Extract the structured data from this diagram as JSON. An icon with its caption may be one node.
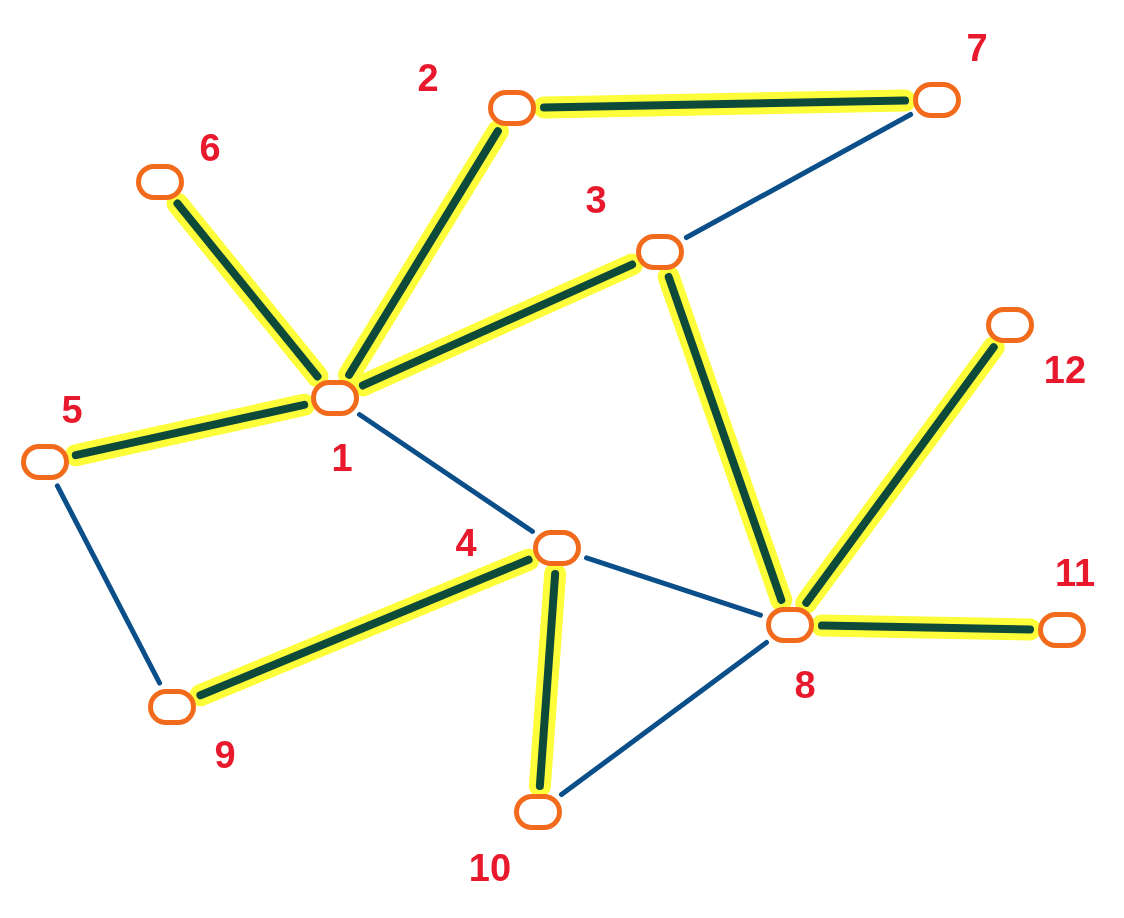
{
  "diagram": {
    "nodes": [
      {
        "text": [],
        "shape": "circle",
        "beside": [
          "1"
        ]
      },
      {
        "text": [],
        "shape": "circle",
        "beside": [
          "2"
        ]
      },
      {
        "text": [],
        "shape": "circle",
        "beside": [
          "3"
        ]
      },
      {
        "text": [],
        "shape": "circle",
        "beside": [
          "4"
        ]
      },
      {
        "text": [],
        "shape": "circle",
        "beside": [
          "5"
        ]
      },
      {
        "text": [],
        "shape": "circle",
        "beside": [
          "6"
        ]
      },
      {
        "text": [],
        "shape": "circle",
        "beside": [
          "7"
        ]
      },
      {
        "text": [],
        "shape": "circle",
        "beside": [
          "8"
        ]
      },
      {
        "text": [],
        "shape": "circle",
        "beside": [
          "9"
        ]
      },
      {
        "text": [],
        "shape": "circle",
        "beside": [
          "10"
        ]
      },
      {
        "text": [],
        "shape": "circle",
        "beside": [
          "11"
        ]
      },
      {
        "text": [],
        "shape": "circle",
        "beside": [
          "12"
        ]
      }
    ],
    "edges": [
      {
        "from": 0,
        "to": 5,
        "arrow": "none"
      },
      {
        "from": 0,
        "to": 1,
        "arrow": "none"
      },
      {
        "from": 0,
        "to": 2,
        "arrow": "none"
      },
      {
        "from": 0,
        "to": 4,
        "arrow": "none"
      },
      {
        "from": 0,
        "to": 3,
        "arrow": "none",
        "color": "#0b4f8a"
      },
      {
        "from": 1,
        "to": 6,
        "arrow": "none"
      },
      {
        "from": 2,
        "to": 6,
        "arrow": "none",
        "color": "#0b4f8a"
      },
      {
        "from": 2,
        "to": 7,
        "arrow": "none"
      },
      {
        "from": 4,
        "to": 8,
        "arrow": "none",
        "color": "#0b4f8a"
      },
      {
        "from": 3,
        "to": 8,
        "arrow": "none"
      },
      {
        "from": 3,
        "to": 9,
        "arrow": "none"
      },
      {
        "from": 3,
        "to": 7,
        "arrow": "none",
        "color": "#0b4f8a"
      },
      {
        "from": 7,
        "to": 9,
        "arrow": "none",
        "color": "#0b4f8a"
      },
      {
        "from": 7,
        "to": 11,
        "arrow": "none"
      },
      {
        "from": 7,
        "to": 10,
        "arrow": "none"
      }
    ]
  }
}
